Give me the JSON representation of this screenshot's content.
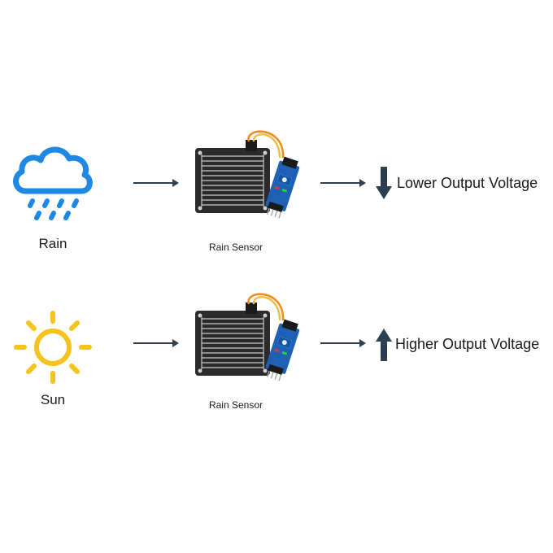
{
  "rows": [
    {
      "weather_label": "Rain",
      "weather_icon": "rain-cloud-icon",
      "sensor_label": "Rain Sensor",
      "voltage_label": "Lower Output Voltage",
      "voltage_direction": "down"
    },
    {
      "weather_label": "Sun",
      "weather_icon": "sun-icon",
      "sensor_label": "Rain Sensor",
      "voltage_label": "Higher Output Voltage",
      "voltage_direction": "up"
    }
  ],
  "colors": {
    "rain_icon": "#1e88e5",
    "sun_icon": "#f6c21c",
    "arrow": "#2d3e50",
    "sensor_plate": "#2b2b2b",
    "sensor_trace": "#c9c9c9",
    "module_board": "#1f5fb4",
    "wire_orange": "#f08a1c",
    "wire_yellow": "#e8c04a"
  }
}
